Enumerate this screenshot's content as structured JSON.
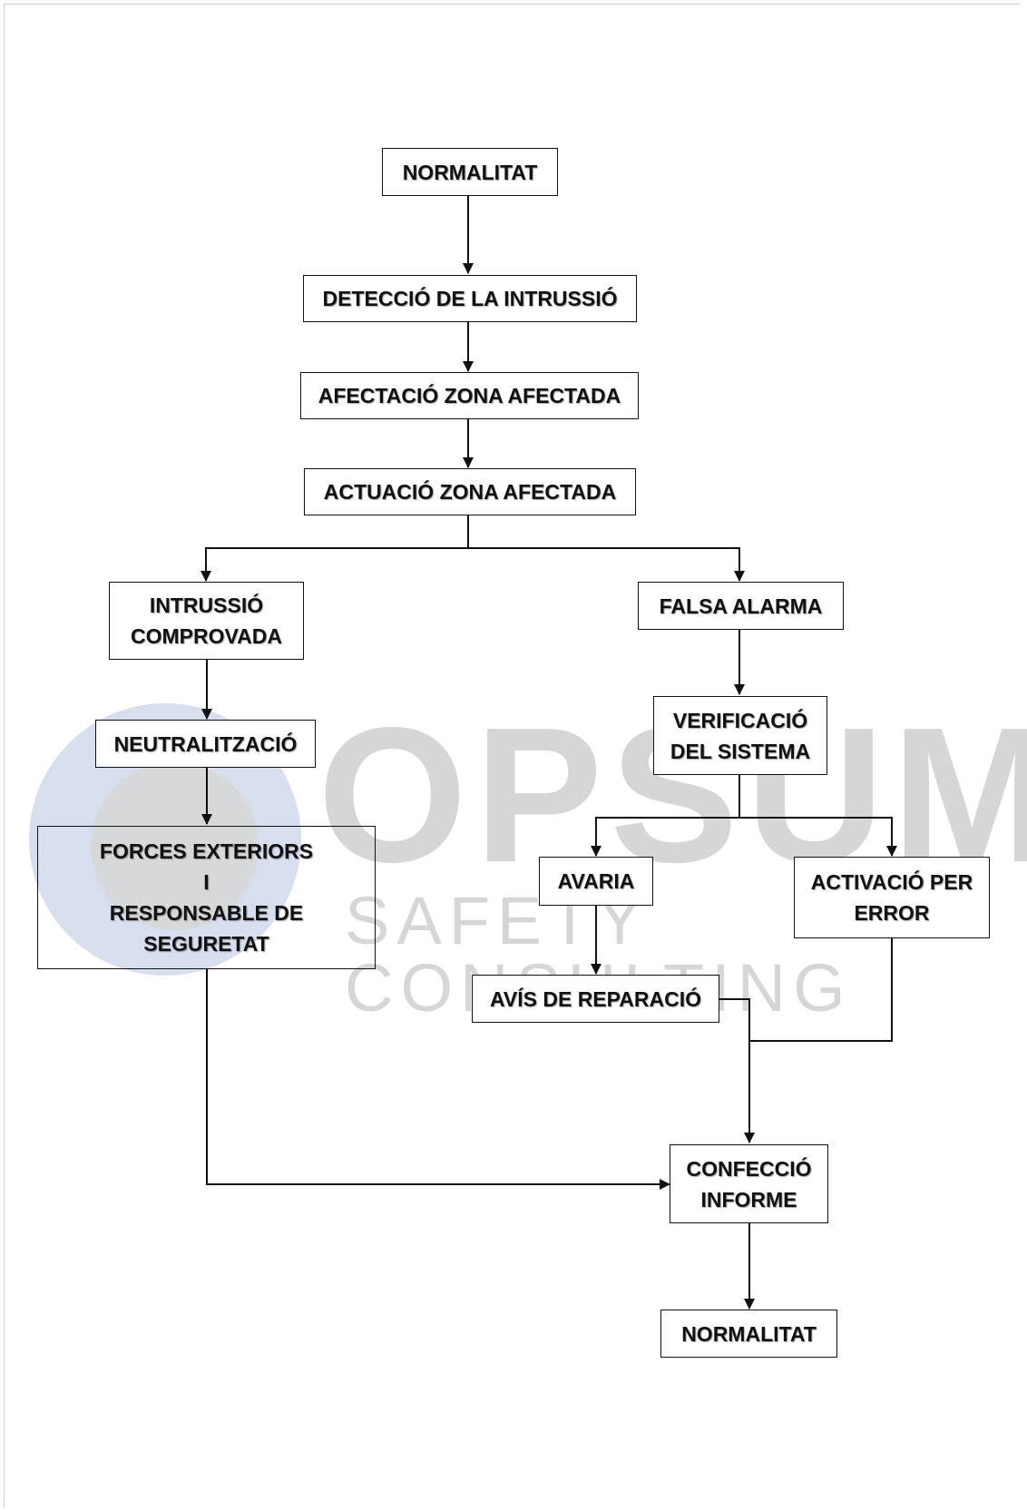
{
  "watermark": {
    "name": "OPSUM",
    "tagline": "SAFETY CONSULTING"
  },
  "nodes": {
    "normalitat_start": "NORMALITAT",
    "deteccio": "DETECCIÓ DE LA INTRUSSIÓ",
    "afectacio": "AFECTACIÓ ZONA AFECTADA",
    "actuacio": "ACTUACIÓ ZONA AFECTADA",
    "intrussio": "INTRUSSIÓ\nCOMPROVADA",
    "falsa_alarma": "FALSA ALARMA",
    "neutralitzacio": "NEUTRALITZACIÓ",
    "verificacio": "VERIFICACIÓ\nDEL SISTEMA",
    "forces": "FORCES EXTERIORS\nI\nRESPONSABLE DE\nSEGURETAT",
    "avaria": "AVARIA",
    "activacio_error": "ACTIVACIÓ PER\nERROR",
    "avis_reparacio": "AVÍS DE REPARACIÓ",
    "confeccio": "CONFECCIÓ\nINFORME",
    "normalitat_end": "NORMALITAT"
  }
}
